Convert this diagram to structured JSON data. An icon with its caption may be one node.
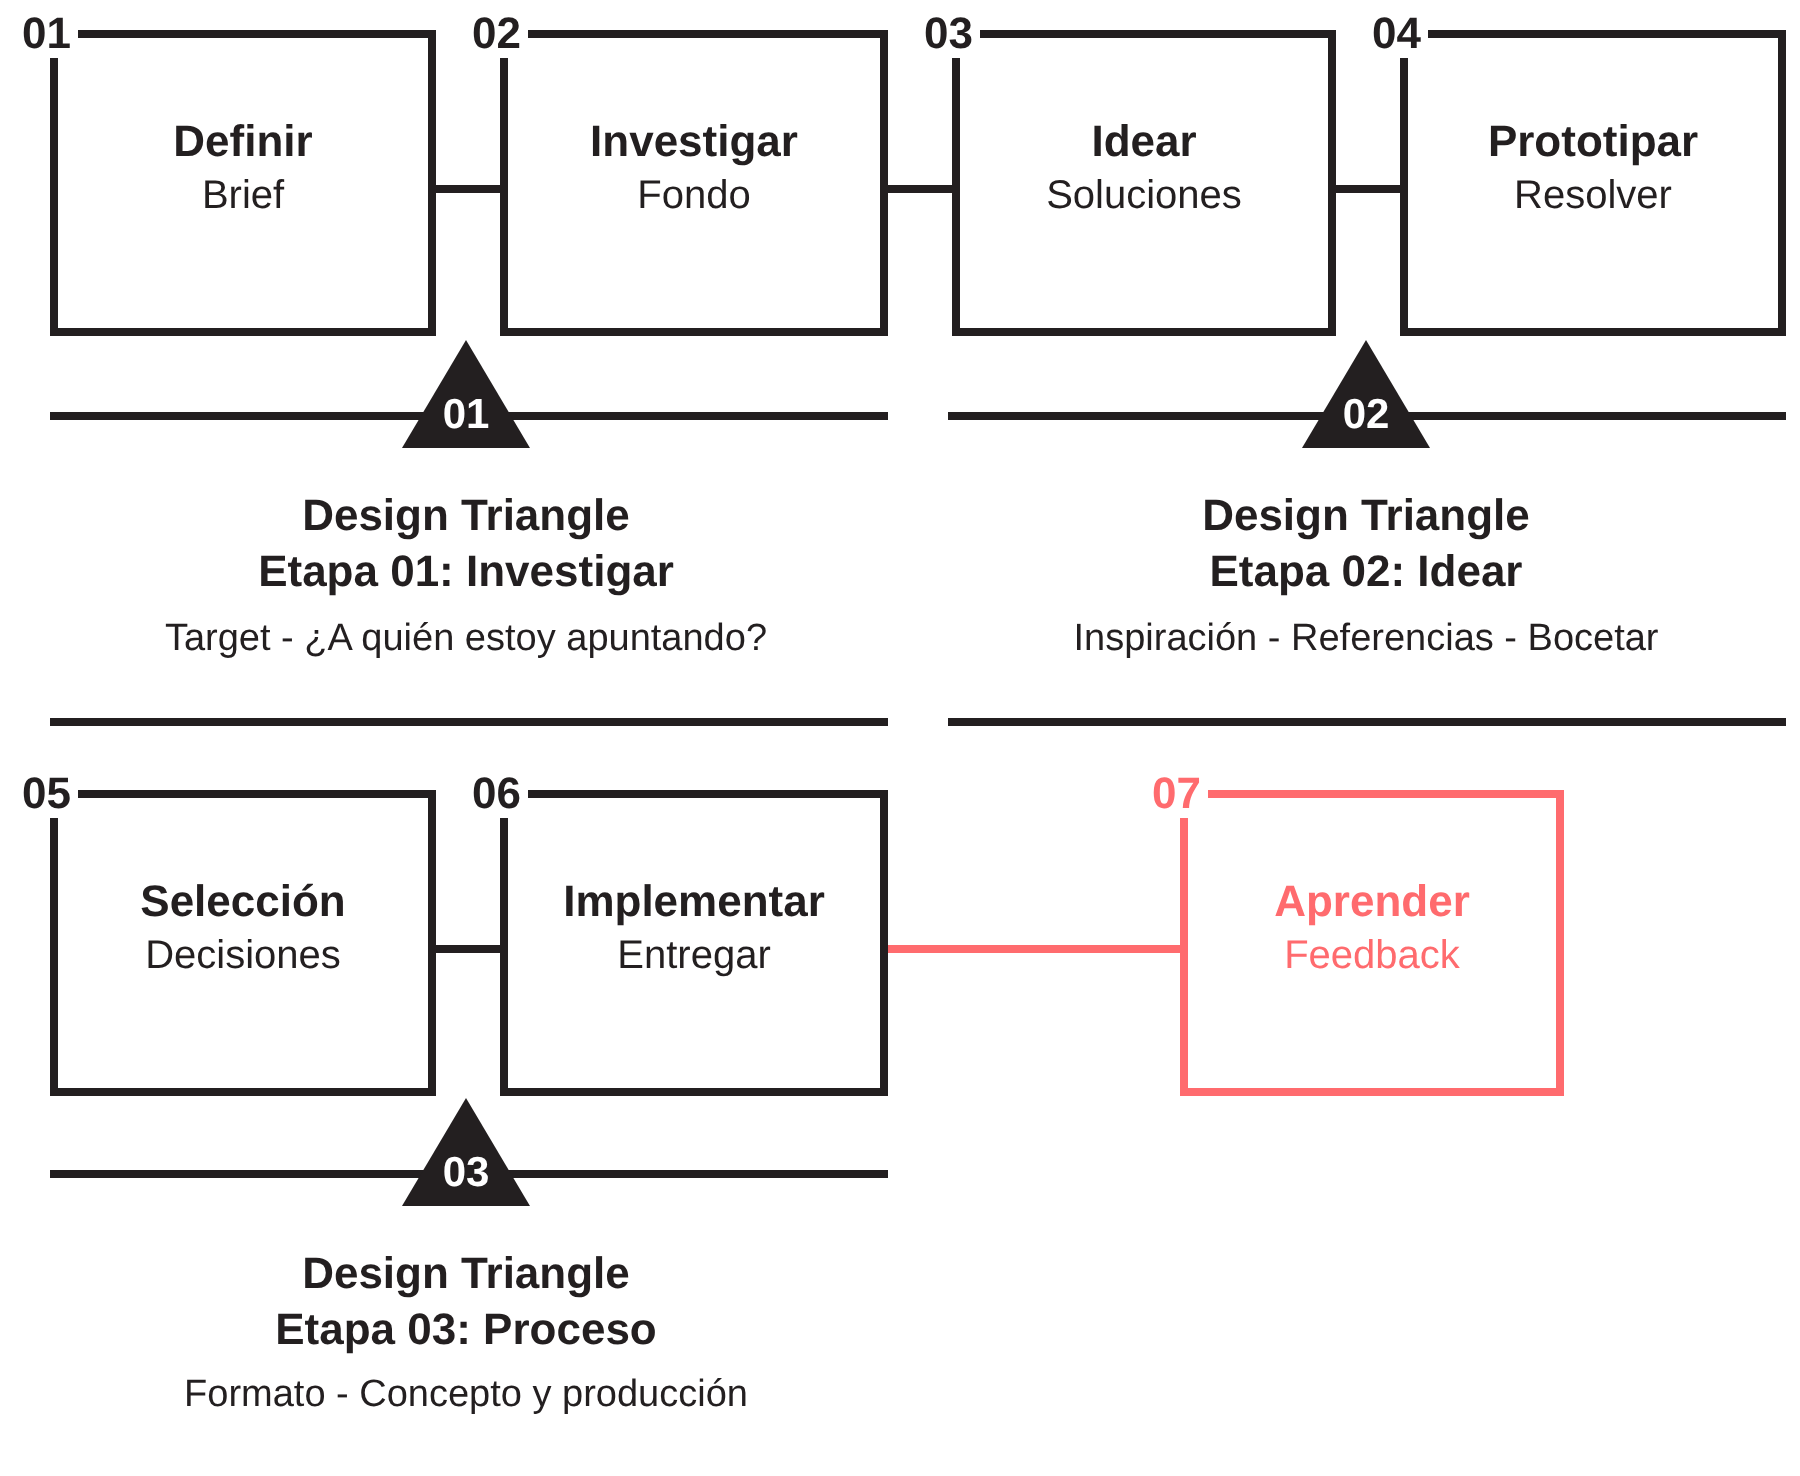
{
  "diagram": {
    "nodes": [
      {
        "text": [
          "01",
          "Definir",
          "Brief"
        ]
      },
      {
        "text": [
          "02",
          "Investigar",
          "Fondo"
        ]
      },
      {
        "text": [
          "03",
          "Idear",
          "Soluciones"
        ]
      },
      {
        "text": [
          "04",
          "Prototipar",
          "Resolver"
        ]
      },
      {
        "text": [
          "05",
          "Selección",
          "Decisiones"
        ]
      },
      {
        "text": [
          "06",
          "Implementar",
          "Entregar"
        ]
      },
      {
        "text": [
          "07",
          "Aprender",
          "Feedback"
        ]
      },
      {
        "text": [
          "01"
        ]
      },
      {
        "text": [
          "02"
        ]
      },
      {
        "text": [
          "03"
        ]
      }
    ],
    "edges": [
      {
        "from": 0,
        "to": 1,
        "arrow": "none"
      },
      {
        "from": 1,
        "to": 2,
        "arrow": "none"
      },
      {
        "from": 2,
        "to": 3,
        "arrow": "none"
      },
      {
        "from": 4,
        "to": 5,
        "arrow": "none"
      },
      {
        "from": 5,
        "to": 6,
        "arrow": "none",
        "color": "#ff6b6e"
      }
    ],
    "labels": [
      "Design Triangle Etapa 01: Investigar",
      "Target - ¿A quién estoy apuntando?",
      "Design Triangle Etapa 02: Idear",
      "Inspiración - Referencias - Bocetar",
      "Design Triangle Etapa 03: Proceso",
      "Formato - Concepto y producción"
    ]
  }
}
